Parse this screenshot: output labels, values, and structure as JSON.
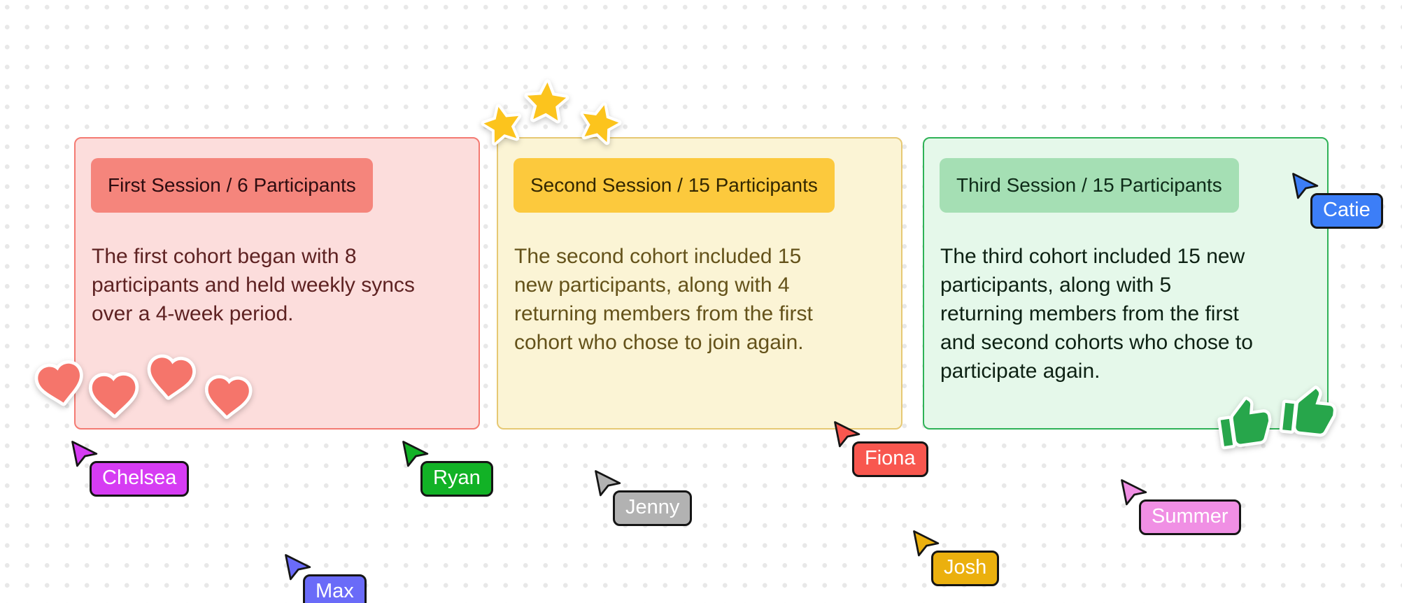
{
  "board": {
    "background_color": "#ffffff",
    "dot_grid_color": "#e8e8e8"
  },
  "cards": [
    {
      "title": "First Session / 6 Participants",
      "body": "The first cohort began with 8\nparticipants and held weekly syncs\nover a 4-week period.",
      "bg_color": "#fcdddc",
      "border_color": "#f47a72",
      "badge_color": "#f5857c",
      "body_text_color": "#5e2222"
    },
    {
      "title": "Second Session / 15 Participants",
      "body": "The second cohort included 15\nnew participants, along with 4\nreturning members from the first\ncohort who chose to join again.",
      "bg_color": "#fbf4d5",
      "border_color": "#e6c873",
      "badge_color": "#fcc93d",
      "body_text_color": "#64521a"
    },
    {
      "title": "Third Session / 15 Participants",
      "body": "The third cohort included 15 new\nparticipants, along with 5\nreturning members from the first\nand second cohorts who chose to\nparticipate again.",
      "bg_color": "#e5f8ea",
      "border_color": "#2fb257",
      "badge_color": "#a5dfb4",
      "body_text_color": "#0d2113"
    }
  ],
  "stickers": {
    "hearts": {
      "icon": "heart-icon",
      "count": 4,
      "color": "#f5756b"
    },
    "stars": {
      "icon": "star-icon",
      "count": 3,
      "color": "#fcc41d"
    },
    "thumbs_up": {
      "icon": "thumbs-up-icon",
      "count": 2,
      "color": "#27a64b"
    }
  },
  "cursors": [
    {
      "name": "Chelsea",
      "color": "#d63cf3"
    },
    {
      "name": "Ryan",
      "color": "#12b226"
    },
    {
      "name": "Jenny",
      "color": "#b2b2b2"
    },
    {
      "name": "Max",
      "color": "#6a6bf8"
    },
    {
      "name": "Fiona",
      "color": "#f8574f"
    },
    {
      "name": "Josh",
      "color": "#ebb00e"
    },
    {
      "name": "Summer",
      "color": "#f08fe4"
    },
    {
      "name": "Catie",
      "color": "#3c7ef7"
    }
  ]
}
